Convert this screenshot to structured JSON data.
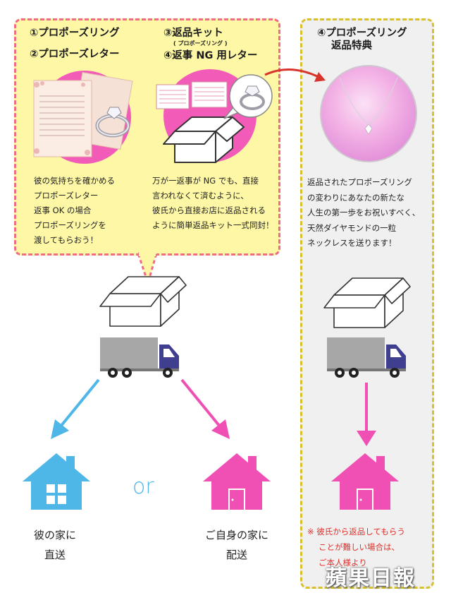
{
  "left_panel": {
    "item1": "①プロポーズリング",
    "item2": "②プロポーズレター",
    "item3": "③返品キット",
    "item3_sub": "( プロポーズリング )",
    "item4": "④返事 NG 用レター",
    "desc_left": [
      "彼の気持ちを確かめる",
      "プロポーズレター",
      "返事 OK の場合",
      "プロポーズリングを",
      "渡してもらおう！"
    ],
    "desc_right": [
      "万が一返事が NG でも、直接",
      "言われなくて済むように、",
      "彼氏から直接お店に返品される",
      "ように簡単返品キット一式同封！"
    ]
  },
  "right_panel": {
    "title_line1": "④プロポーズリング",
    "title_line2": "返品特典",
    "desc": [
      "返品されたプロポーズリング",
      "の変わりにあなたの新たな",
      "人生の第一歩をお祝いすべく、",
      "天然ダイヤモンドの一粒",
      "ネックレスを送ります！"
    ],
    "note": [
      "※ 彼氏から返品してもらう",
      "ことが難しい場合は、",
      "ご本人様より"
    ]
  },
  "bottom": {
    "or_text": "or",
    "caption_left": [
      "彼の家に",
      "直送"
    ],
    "caption_right": [
      "ご自身の家に",
      "配送"
    ]
  },
  "watermark": "蘋果日報",
  "colors": {
    "panel_left_bg": "#fdf7a6",
    "panel_left_border": "#f06b86",
    "panel_right_bg": "#f0f0f0",
    "panel_right_border": "#d8c12a",
    "pink": "#f04fb4",
    "blue": "#4fb6e8",
    "arrow_red": "#d9342b",
    "note_red": "#e0302a",
    "truck_gray": "#a7a7a7",
    "truck_cab": "#3f3e8f"
  }
}
